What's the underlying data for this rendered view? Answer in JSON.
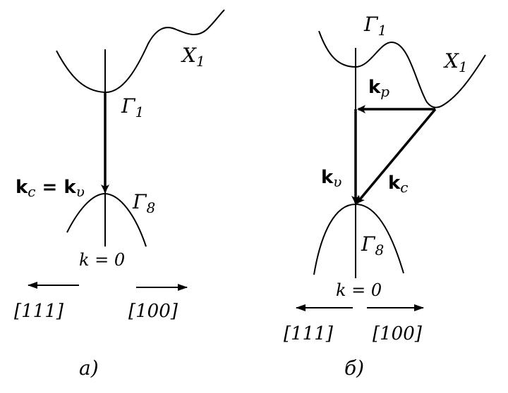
{
  "panel_a": {
    "label_x1": "X",
    "label_x1_sub": "1",
    "label_g1": "Γ",
    "label_g1_sub": "1",
    "label_g8": "Γ",
    "label_g8_sub": "8",
    "label_kc_kv": "k",
    "label_kc_sub": "c",
    "label_eq": " = k",
    "label_kv_sub": "υ",
    "label_k0": "k = 0",
    "dir_left": "[111]",
    "dir_right": "[100]",
    "caption": "а)"
  },
  "panel_b": {
    "label_g1": "Γ",
    "label_g1_sub": "1",
    "label_x1": "X",
    "label_x1_sub": "1",
    "label_kp": "k",
    "label_kp_sub": "p",
    "label_kv": "k",
    "label_kv_sub": "υ",
    "label_kc": "k",
    "label_kc_sub": "c",
    "label_g8": "Γ",
    "label_g8_sub": "8",
    "label_k0": "k = 0",
    "dir_left": "[111]",
    "dir_right": "[100]",
    "caption": "б)"
  },
  "colors": {
    "ink": "#000000",
    "paper": "#ffffff"
  }
}
